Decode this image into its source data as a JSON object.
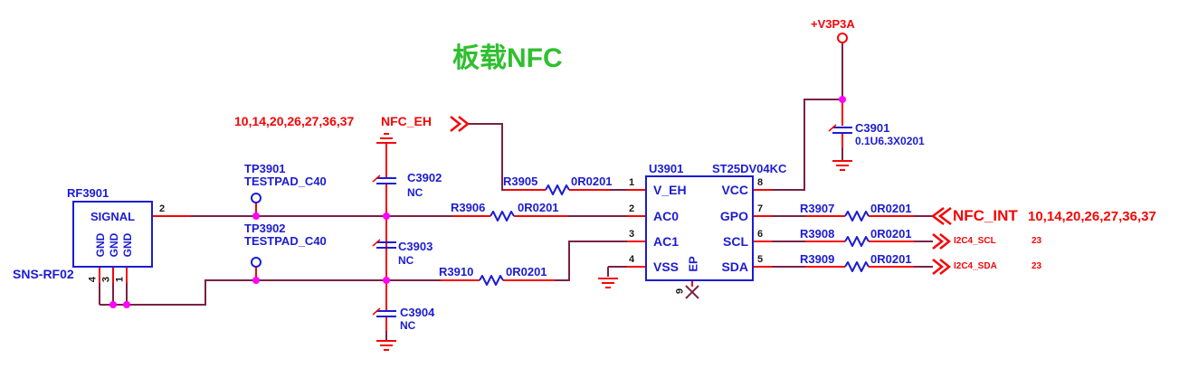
{
  "title": {
    "text": "板载NFC"
  },
  "power": {
    "net": "+V3P3A"
  },
  "ports": {
    "nfc_eh": {
      "pages": "10,14,20,26,27,36,37",
      "name": "NFC_EH"
    },
    "nfc_int": {
      "name": "NFC_INT",
      "pages": "10,14,20,26,27,36,37"
    },
    "i2c4_scl": {
      "name": "I2C4_SCL",
      "page": "23"
    },
    "i2c4_sda": {
      "name": "I2C4_SDA",
      "page": "23"
    }
  },
  "components": {
    "rf3901": {
      "ref": "RF3901",
      "part": "SNS-RF02",
      "signal_pin": "SIGNAL",
      "signal_pin_num": "2",
      "gnd_label": "GND",
      "bottom_pin_nums": [
        "4",
        "3",
        "1"
      ]
    },
    "tp3901": {
      "ref": "TP3901",
      "value": "TESTPAD_C40"
    },
    "tp3902": {
      "ref": "TP3902",
      "value": "TESTPAD_C40"
    },
    "c3901": {
      "ref": "C3901",
      "value": "0.1U6.3X0201"
    },
    "c3902": {
      "ref": "C3902",
      "value": "NC"
    },
    "c3903": {
      "ref": "C3903",
      "value": "NC"
    },
    "c3904": {
      "ref": "C3904",
      "value": "NC"
    },
    "r3905": {
      "ref": "R3905",
      "value": "0R0201"
    },
    "r3906": {
      "ref": "R3906",
      "value": "0R0201"
    },
    "r3907": {
      "ref": "R3907",
      "value": "0R0201"
    },
    "r3908": {
      "ref": "R3908",
      "value": "0R0201"
    },
    "r3909": {
      "ref": "R3909",
      "value": "0R0201"
    },
    "r3910": {
      "ref": "R3910",
      "value": "0R0201"
    },
    "u3901": {
      "ref": "U3901",
      "part": "ST25DV04KC",
      "left_pins": [
        {
          "num": "1",
          "name": "V_EH"
        },
        {
          "num": "2",
          "name": "AC0"
        },
        {
          "num": "3",
          "name": "AC1"
        },
        {
          "num": "4",
          "name": "VSS"
        }
      ],
      "right_pins": [
        {
          "num": "8",
          "name": "VCC"
        },
        {
          "num": "7",
          "name": "GPO"
        },
        {
          "num": "6",
          "name": "SCL"
        },
        {
          "num": "5",
          "name": "SDA"
        }
      ],
      "ep": {
        "num": "9",
        "name": "EP"
      }
    }
  },
  "colors": {
    "wire": "#7b2144",
    "pin_stub": "#f50505",
    "symbol": "#1c1cd2",
    "junction": "#ff00ff",
    "net_text": "#f50505",
    "title": "#2fbf2f"
  }
}
